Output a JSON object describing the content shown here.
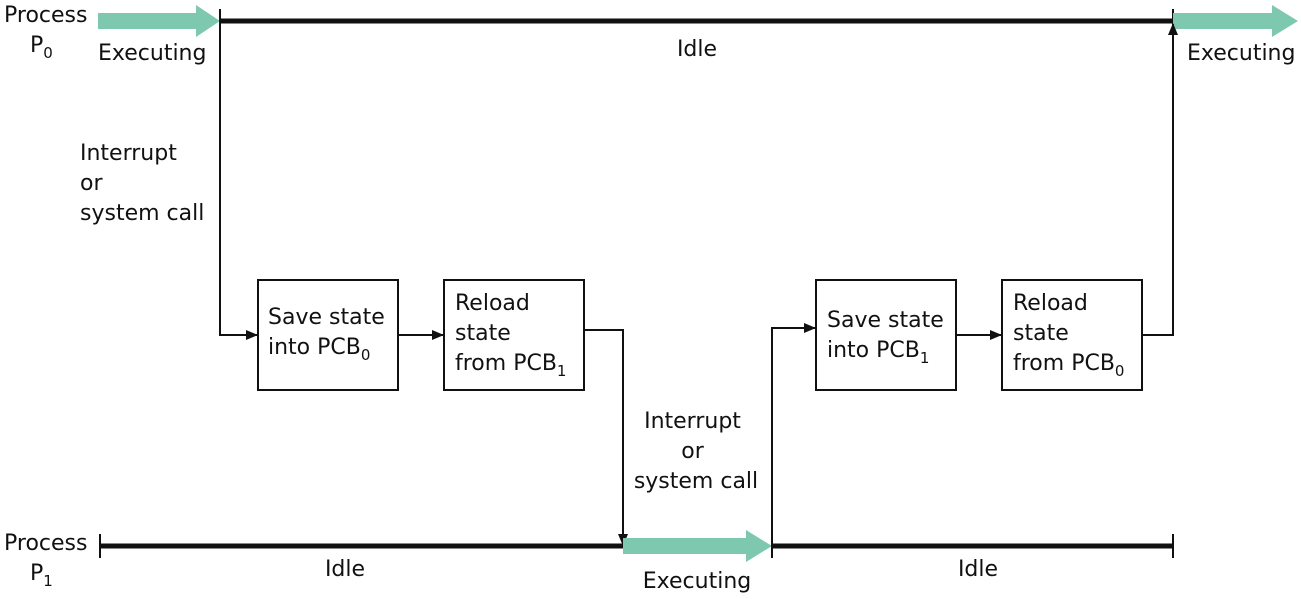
{
  "colors": {
    "line": "#111111",
    "exec_arrow": "#7fc8b0",
    "box_fill": "#ffffff"
  },
  "process0": {
    "label_line1": "Process",
    "label_line2": "P",
    "label_sub": "0"
  },
  "process1": {
    "label_line1": "Process",
    "label_line2": "P",
    "label_sub": "1"
  },
  "states": {
    "executing": "Executing",
    "idle": "Idle"
  },
  "interrupt_label": {
    "line1": "Interrupt",
    "line2": "or",
    "line3": "system call"
  },
  "boxes": [
    {
      "line1": "Save state",
      "line2": "into PCB",
      "sub": "0"
    },
    {
      "line1": "Reload",
      "line2": "state",
      "line3": "from PCB",
      "sub": "1"
    },
    {
      "line1": "Save state",
      "line2": "into PCB",
      "sub": "1"
    },
    {
      "line1": "Reload",
      "line2": "state",
      "line3": "from PCB",
      "sub": "0"
    }
  ]
}
